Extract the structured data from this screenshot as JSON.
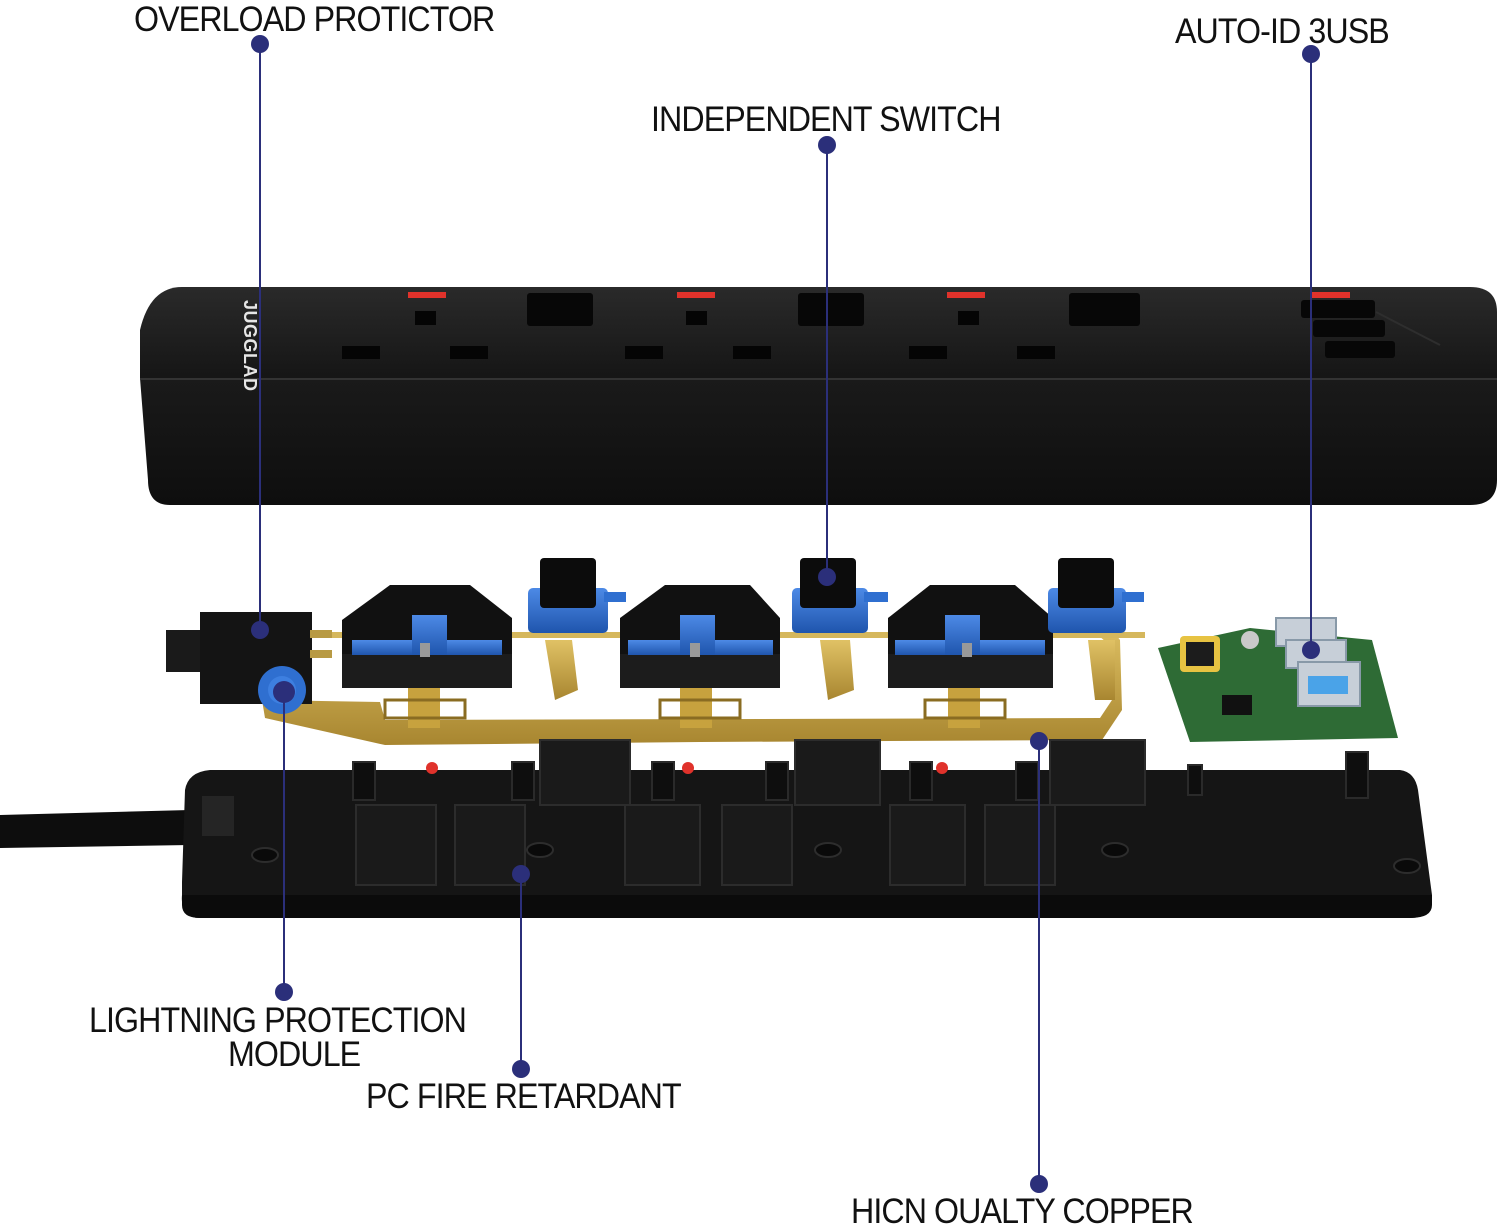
{
  "diagram": {
    "callouts": [
      {
        "id": "overload",
        "text": "OVERLOAD PROTICTOR"
      },
      {
        "id": "usb",
        "text": "AUTO-ID 3USB"
      },
      {
        "id": "switch",
        "text": "INDEPENDENT SWITCH"
      },
      {
        "id": "lightning",
        "lines": [
          "LIGHTNING PROTECTION",
          "MODULE"
        ]
      },
      {
        "id": "pc",
        "text": "PC FIRE RETARDANT"
      },
      {
        "id": "copper",
        "text": "HICN OUALTY COPPER"
      }
    ],
    "brand_logo": "JUGGLAD"
  },
  "colors": {
    "leader": "#2b2f7a",
    "housing": "#1d1d1d",
    "copper": "#c9a648",
    "switch_blue": "#2f6fd0",
    "indicator_red": "#e0322b",
    "pcb_green": "#2e6b35"
  }
}
